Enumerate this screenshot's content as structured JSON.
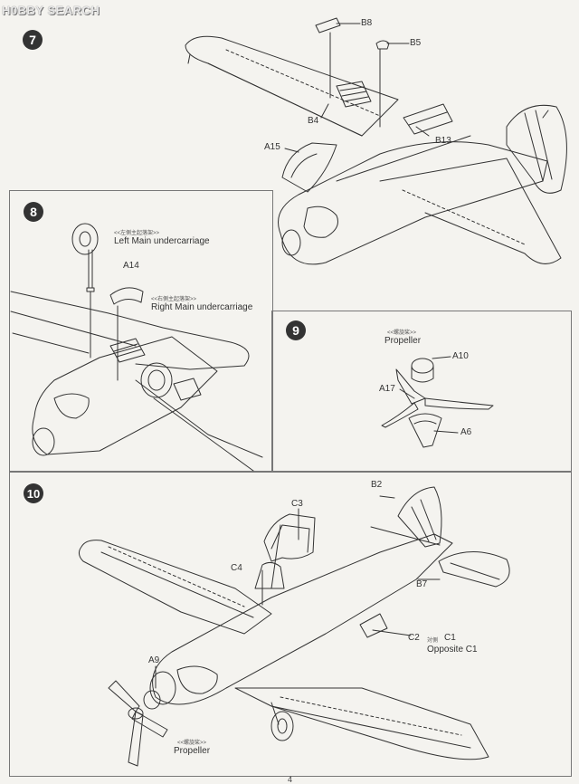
{
  "watermark": "H0BBY SEARCH",
  "steps": {
    "s7": {
      "number": "7",
      "parts": {
        "b8": "B8",
        "b5": "B5",
        "b4": "B4",
        "b13": "B13",
        "a15": "A15"
      }
    },
    "s8": {
      "number": "8",
      "left_cn": "<<左側主起落架>>",
      "left_label": "Left Main undercarriage",
      "a14": "A14",
      "right_cn": "<<右側主起落架>>",
      "right_label": "Right Main undercarriage"
    },
    "s9": {
      "number": "9",
      "prop_cn": "<<螺旋桨>>",
      "prop_label": "Propeller",
      "a10": "A10",
      "a17": "A17",
      "a6": "A6"
    },
    "s10": {
      "number": "10",
      "parts": {
        "b2": "B2",
        "c3": "C3",
        "c4": "C4",
        "b7": "B7",
        "c2": "C2",
        "a9": "A9"
      },
      "opp_cn": "対側",
      "c1": "C1",
      "opposite": "Opposite C1",
      "prop_cn": "<<螺旋桨>>",
      "prop_label": "Propeller"
    }
  },
  "page_number": "4"
}
